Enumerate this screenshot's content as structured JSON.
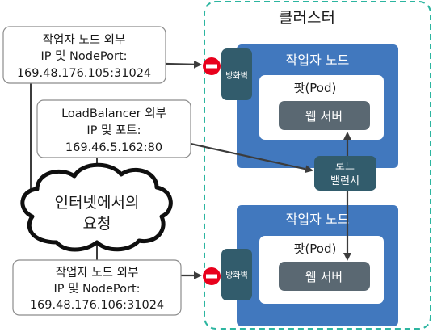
{
  "cluster": {
    "label": "클러스터"
  },
  "worker_nodes": [
    {
      "label": "작업자 노드",
      "pod_label": "팟(Pod)",
      "server_label": "웹 서버",
      "firewall_label": "방화벽"
    },
    {
      "label": "작업자 노드",
      "pod_label": "팟(Pod)",
      "server_label": "웹 서버",
      "firewall_label": "방화벽"
    }
  ],
  "load_balancer": {
    "label_line1": "로드",
    "label_line2": "밸런서"
  },
  "external_ips": {
    "top": {
      "line1": "작업자 노드 외부",
      "line2": "IP 및 NodePort:",
      "line3": "169.48.176.105:31024"
    },
    "middle": {
      "line1": "LoadBalancer 외부",
      "line2": "IP 및 포트:",
      "line3": "169.46.5.162:80"
    },
    "bottom": {
      "line1": "작업자 노드 외부",
      "line2": "IP 및 NodePort:",
      "line3": "169.48.176.106:31024"
    }
  },
  "internet": {
    "line1": "인터넷에서의",
    "line2": "요청"
  },
  "colors": {
    "cluster_border": "#2cb5a0",
    "node_fill": "#4178be",
    "firewall_fill": "#325c6c",
    "server_fill": "#5a6872",
    "block_red": "#e8001c",
    "arrow": "#3c3c3c"
  }
}
